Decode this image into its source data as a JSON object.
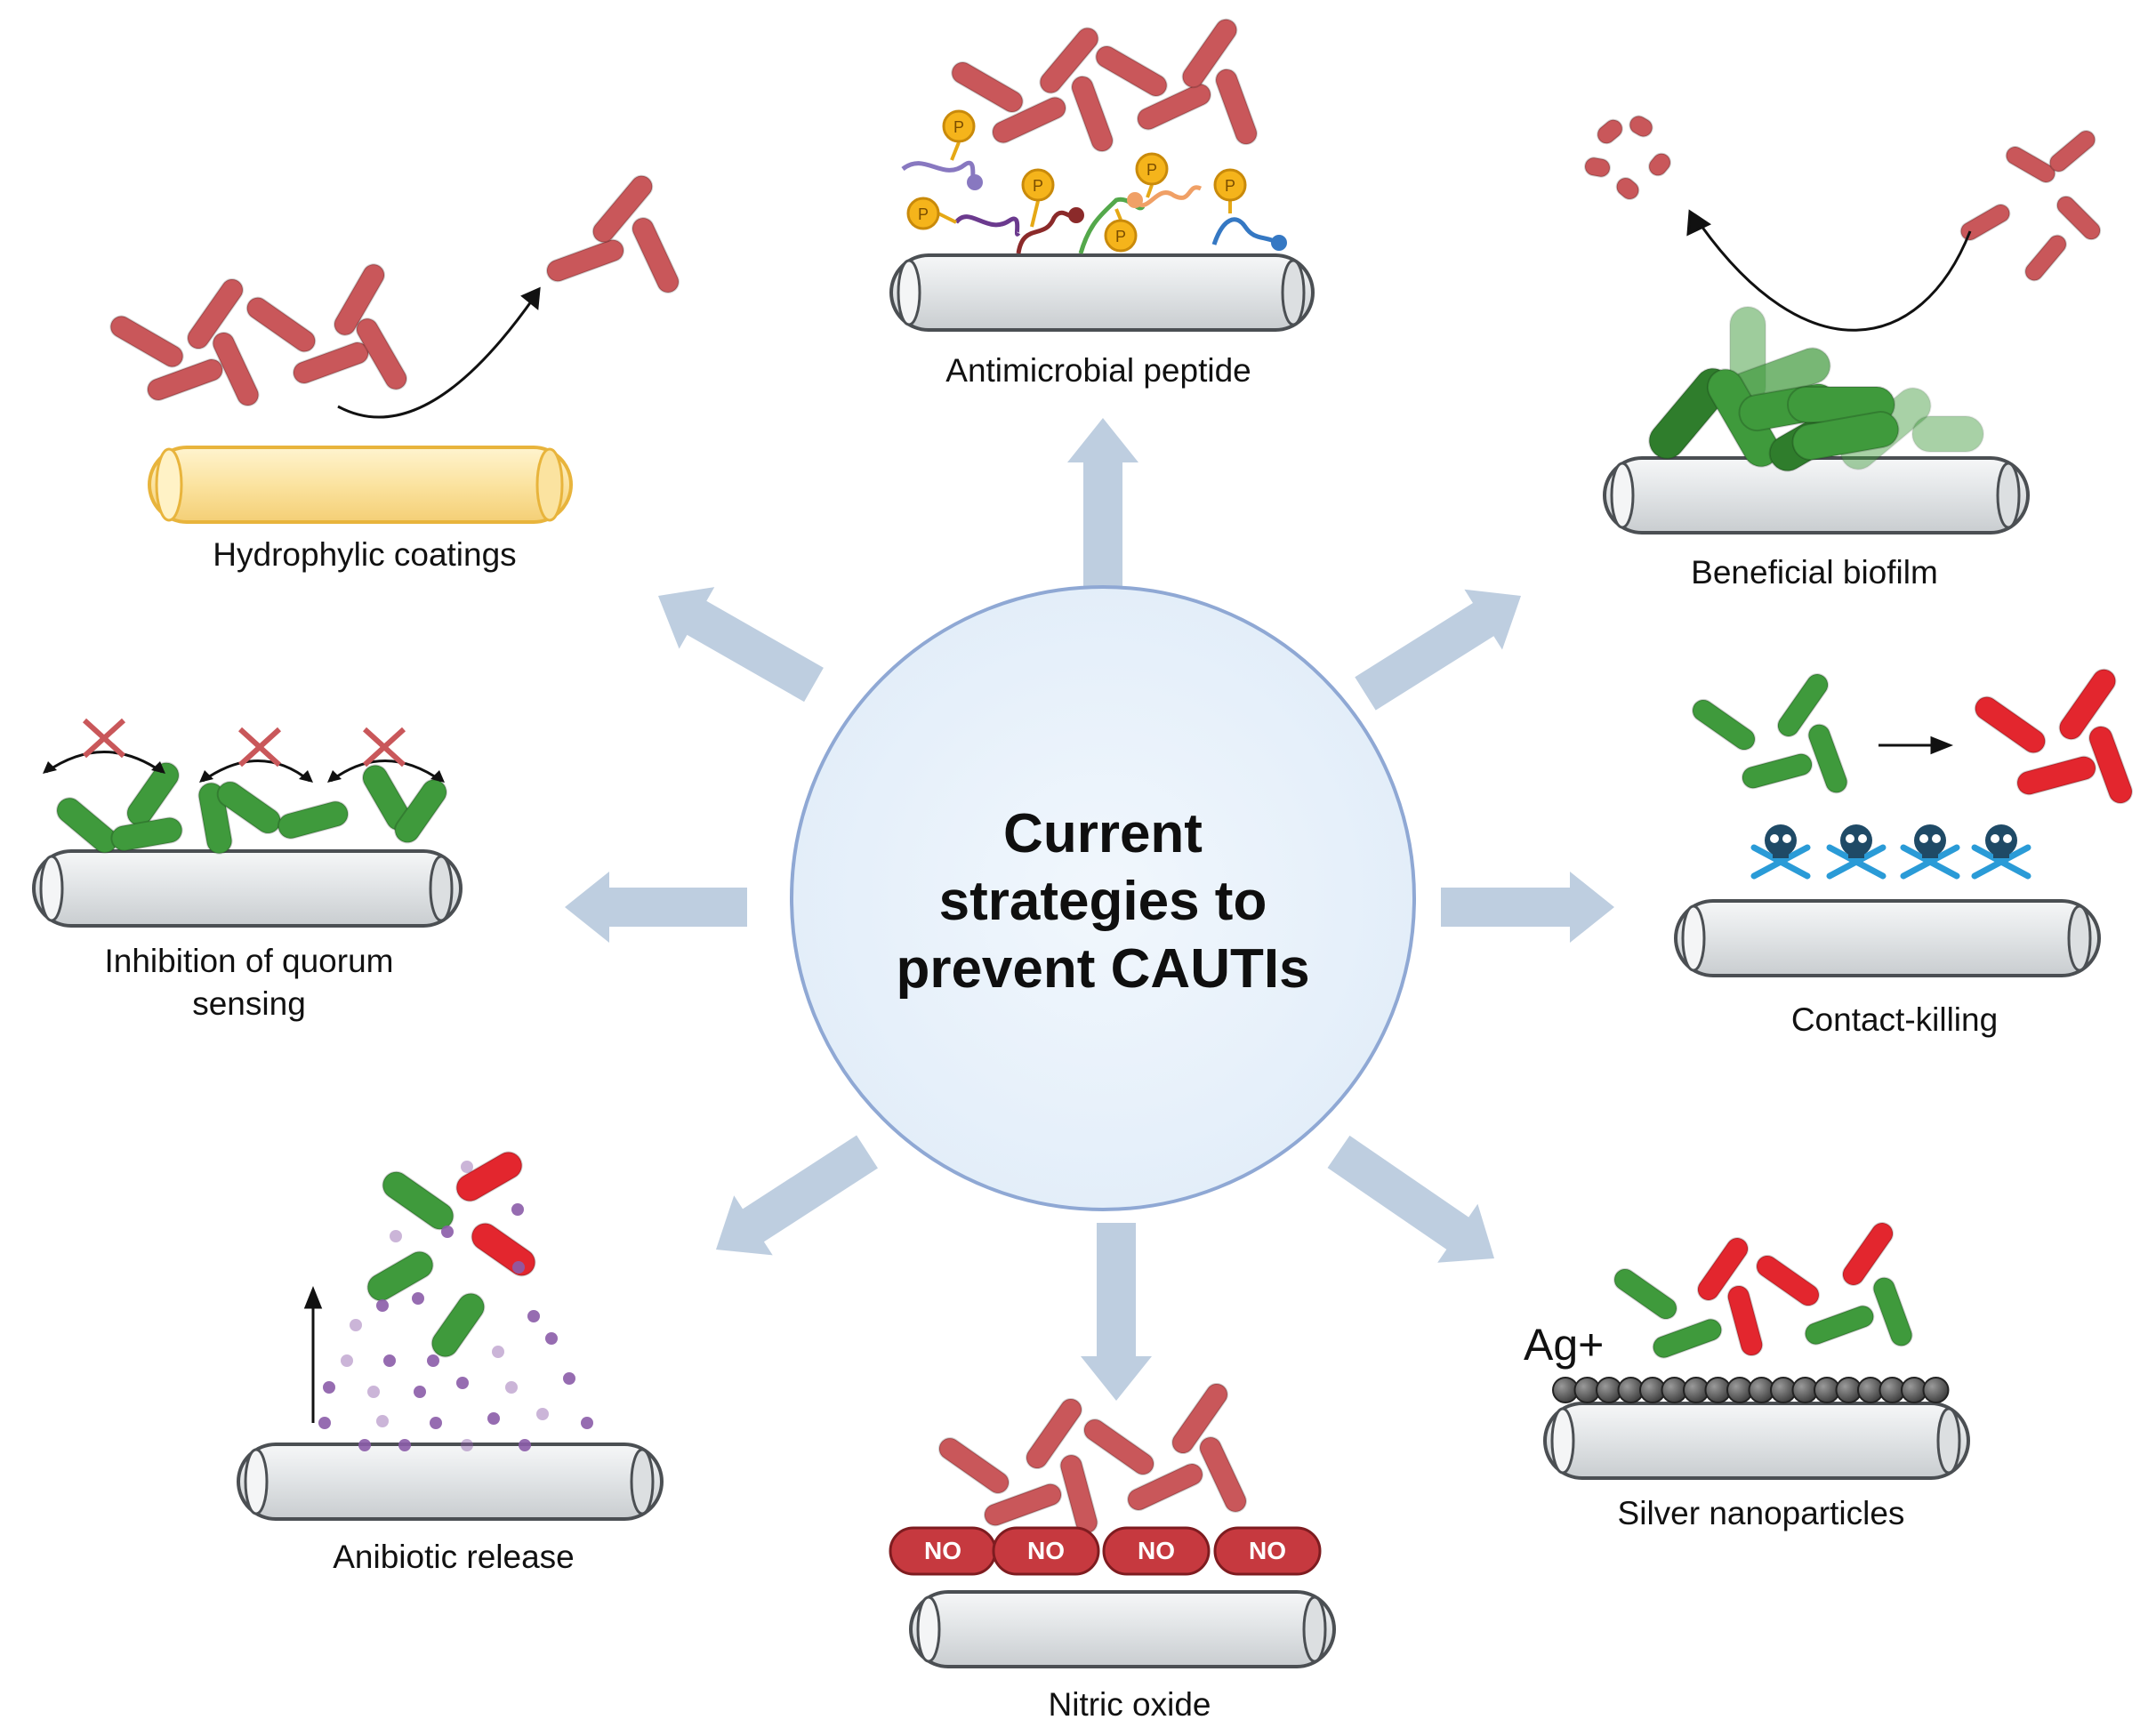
{
  "title": {
    "line1": "Current",
    "line2": "strategies to",
    "line3": "prevent CAUTIs"
  },
  "strategies": {
    "hydrophilic": "Hydrophylic coatings",
    "antimicrobial": "Antimicrobial peptide",
    "biofilm": "Beneficial biofilm",
    "quorum_line1": "Inhibition  of quorum",
    "quorum_line2": "sensing",
    "contact": "Contact-killing",
    "antibiotic": "Anibiotic release",
    "nitric": "Nitric oxide",
    "silver": "Silver nanoparticles"
  },
  "peptide_tag": "P",
  "no_tag": "NO",
  "ag_tag": "Ag+",
  "colors": {
    "circle_fill": "#e9f2fb",
    "circle_stroke": "#8fa8d4",
    "arrow": "#b3c5db",
    "bacteria_red": "#c9575a",
    "bright_red": "#e3262e",
    "green": "#3f9a3c",
    "dark_green": "#2f7d2c",
    "catheter": "#e3e6e8",
    "coating": "#fbe6a6",
    "coating_stroke": "#e8b43c",
    "no_red": "#c6393f",
    "skull_blue": "#2a9bd7",
    "silver_particle": "#6b6b6b",
    "purple": "#8b5ca8"
  }
}
